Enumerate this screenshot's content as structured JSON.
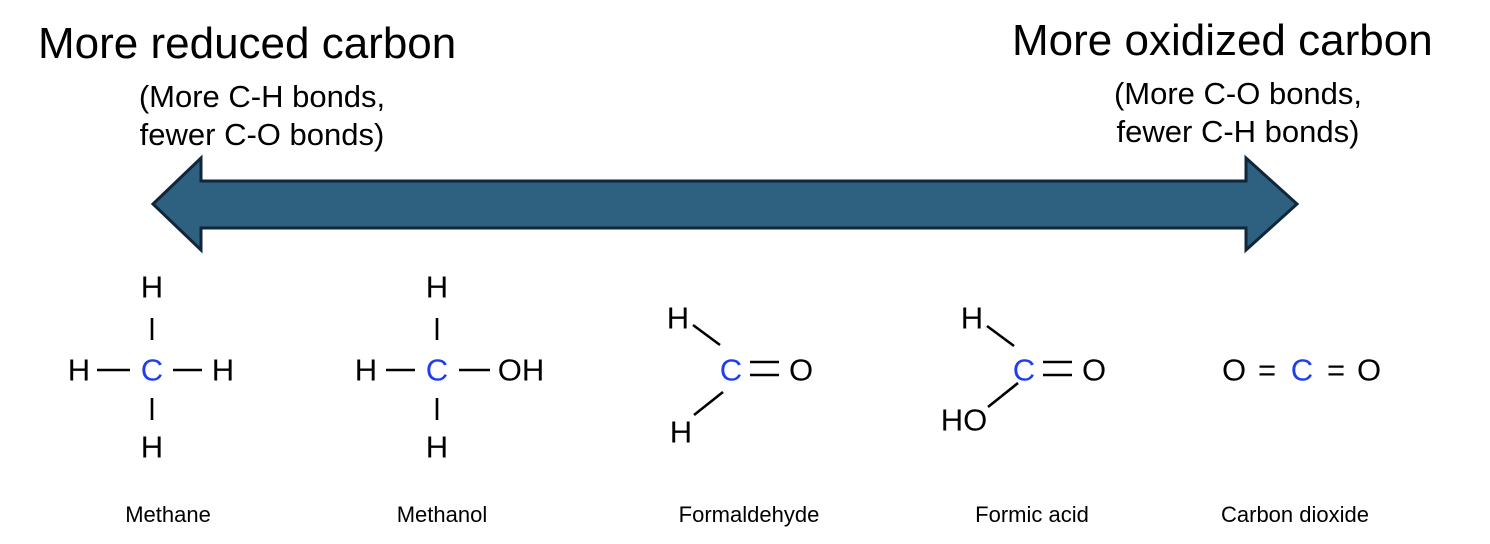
{
  "left_heading": {
    "title": "More reduced carbon",
    "line1": "(More C-H bonds,",
    "line2": "fewer C-O bonds)"
  },
  "right_heading": {
    "title": "More oxidized carbon",
    "line1": "(More C-O bonds,",
    "line2": "fewer C-H bonds)"
  },
  "colors": {
    "arrow": "#2E6080",
    "arrow_outline": "#10263A",
    "carbon": "#1F3DF0"
  },
  "molecules": [
    {
      "name": "Methane",
      "atoms": {
        "top": "H",
        "center": "C",
        "left": "H",
        "right": "H",
        "bottom": "H"
      }
    },
    {
      "name": "Methanol",
      "atoms": {
        "top": "H",
        "center": "C",
        "left": "H",
        "right": "OH",
        "bottom": "H"
      }
    },
    {
      "name": "Formaldehyde",
      "atoms": {
        "upper": "H",
        "center": "C",
        "lower": "H",
        "right": "O"
      }
    },
    {
      "name": "Formic acid",
      "atoms": {
        "upper": "H",
        "center": "C",
        "lower": "HO",
        "right": "O"
      }
    },
    {
      "name": "Carbon dioxide",
      "atoms": {
        "left": "O",
        "eq1": "=",
        "center": "C",
        "eq2": "=",
        "right": "O"
      }
    }
  ]
}
